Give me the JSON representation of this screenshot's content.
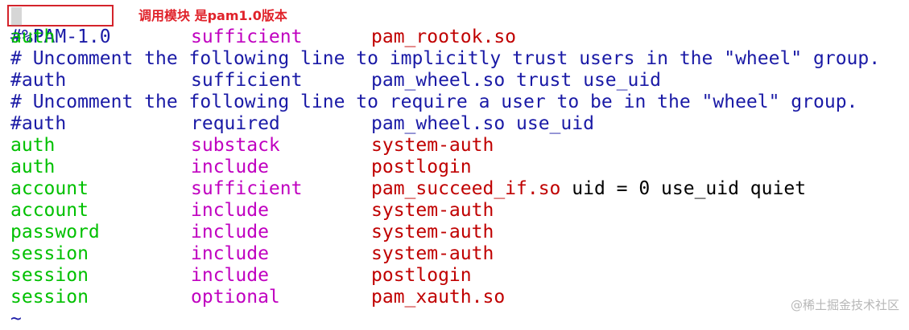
{
  "header": {
    "text": "#%PAM-1.0",
    "note": "调用模块 是pam1.0版本"
  },
  "lines": [
    {
      "type": "directive",
      "c1": "auth",
      "c2": "sufficient",
      "c3": "pam_rootok.so",
      "extra": ""
    },
    {
      "type": "comment",
      "text": "# Uncomment the following line to implicitly trust users in the \"wheel\" group."
    },
    {
      "type": "disabled",
      "c1": "#auth",
      "c2": "sufficient",
      "c3": "pam_wheel.so trust use_uid"
    },
    {
      "type": "comment",
      "text": "# Uncomment the following line to require a user to be in the \"wheel\" group."
    },
    {
      "type": "disabled",
      "c1": "#auth",
      "c2": "required",
      "c3": "pam_wheel.so use_uid"
    },
    {
      "type": "directive",
      "c1": "auth",
      "c2": "substack",
      "c3": "system-auth",
      "extra": ""
    },
    {
      "type": "directive",
      "c1": "auth",
      "c2": "include",
      "c3": "postlogin",
      "extra": ""
    },
    {
      "type": "directive",
      "c1": "account",
      "c2": "sufficient",
      "c3": "pam_succeed_if.so",
      "extra": " uid = 0 use_uid quiet"
    },
    {
      "type": "directive",
      "c1": "account",
      "c2": "include",
      "c3": "system-auth",
      "extra": ""
    },
    {
      "type": "directive",
      "c1": "password",
      "c2": "include",
      "c3": "system-auth",
      "extra": ""
    },
    {
      "type": "directive",
      "c1": "session",
      "c2": "include",
      "c3": "system-auth",
      "extra": ""
    },
    {
      "type": "directive",
      "c1": "session",
      "c2": "include",
      "c3": "postlogin",
      "extra": ""
    },
    {
      "type": "directive",
      "c1": "session",
      "c2": "optional",
      "c3": "pam_xauth.so",
      "extra": ""
    }
  ],
  "tilde": "~",
  "watermark": "@稀土掘金技术社区",
  "colors": {
    "type_field": "#00c000",
    "control_field": "#c000c0",
    "module_field": "#c00000",
    "comment": "#1a1aa6",
    "annotation": "#e0222a"
  }
}
